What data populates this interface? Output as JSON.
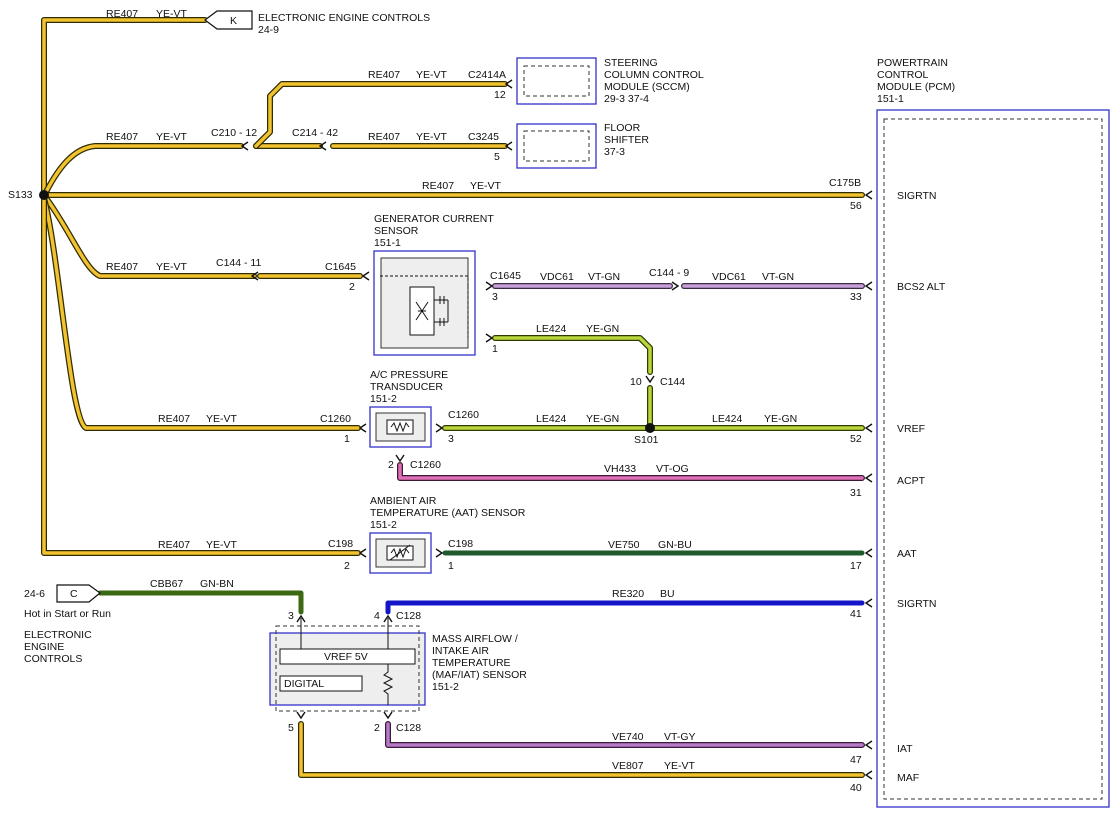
{
  "colors": {
    "ye_vt_outline": "#2d2d00",
    "ye_vt": "#f2c230",
    "ye_gn": "#b9d63a",
    "vt_og": "#df6fb8",
    "vt_gn": "#b07ab8",
    "vt_gy": "#b67ac8",
    "gn_bu": "#1f5a2f",
    "gn_bn": "#3c6a12",
    "bu": "#1515c8",
    "module_border": "#3232c8"
  },
  "splices": {
    "s133": "S133",
    "s101": "S101"
  },
  "top_conn": {
    "wire": "RE407",
    "color": "YE-VT",
    "letter": "K",
    "title": "ELECTRONIC ENGINE CONTROLS",
    "ref": "24-9"
  },
  "sccm": {
    "wire": "RE407",
    "color": "YE-VT",
    "conn": "C2414A",
    "pin": "12",
    "title_lines": [
      "STEERING",
      "COLUMN CONTROL",
      "MODULE (SCCM)",
      "29-3   37-4"
    ]
  },
  "shifter": {
    "wire_left": "RE407",
    "color_left": "YE-VT",
    "conn_a": "C210 - 12",
    "conn_b": "C214 - 42",
    "wire_right": "RE407",
    "color_right": "YE-VT",
    "conn": "C3245",
    "pin": "5",
    "title_lines": [
      "FLOOR",
      "SHIFTER",
      "37-3"
    ]
  },
  "pcm": {
    "title_lines": [
      "POWERTRAIN",
      "CONTROL",
      "MODULE (PCM)",
      "151-1"
    ],
    "pins": [
      {
        "label": "SIGRTN",
        "pin": "56",
        "conn": "C175B"
      },
      {
        "label": "BCS2 ALT",
        "pin": "33"
      },
      {
        "label": "VREF",
        "pin": "52"
      },
      {
        "label": "ACPT",
        "pin": "31"
      },
      {
        "label": "AAT",
        "pin": "17"
      },
      {
        "label": "SIGRTN",
        "pin": "41"
      },
      {
        "label": "IAT",
        "pin": "47"
      },
      {
        "label": "MAF",
        "pin": "40"
      }
    ]
  },
  "sigrtn_wire": {
    "wire": "RE407",
    "color": "YE-VT"
  },
  "gen_sensor": {
    "title_lines": [
      "GENERATOR CURRENT",
      "SENSOR",
      "151-1"
    ],
    "in_wire": "RE407",
    "in_color": "YE-VT",
    "in_conn_a": "C144 - 11",
    "in_conn_b": "C1645",
    "in_pin": "2",
    "out_conn": "C1645",
    "out_pin": "3",
    "out_wire": "VDC61",
    "out_color": "VT-GN",
    "mid_conn": "C144 - 9",
    "out_wire2": "VDC61",
    "out_color2": "VT-GN",
    "le_pin": "1",
    "le_wire": "LE424",
    "le_color": "YE-GN",
    "c144_pin": "10",
    "c144": "C144"
  },
  "ac_sensor": {
    "title_lines": [
      "A/C PRESSURE",
      "TRANSDUCER",
      "151-2"
    ],
    "in_wire": "RE407",
    "in_color": "YE-VT",
    "in_conn": "C1260",
    "in_pin": "1",
    "out_conn": "C1260",
    "out_pin": "3",
    "out_wire": "LE424",
    "out_color": "YE-GN",
    "out_wire2": "LE424",
    "out_color2": "YE-GN",
    "sig_pin": "2",
    "sig_conn": "C1260",
    "sig_wire": "VH433",
    "sig_color": "VT-OG"
  },
  "aat_sensor": {
    "title_lines": [
      "AMBIENT AIR",
      "TEMPERATURE (AAT) SENSOR",
      "151-2"
    ],
    "in_wire": "RE407",
    "in_color": "YE-VT",
    "in_conn": "C198",
    "in_pin": "2",
    "out_conn": "C198",
    "out_pin": "1",
    "out_wire": "VE750",
    "out_color": "GN-BU"
  },
  "eec_bottom": {
    "ref": "24-6",
    "letter": "C",
    "note": "Hot in Start or Run",
    "title_lines": [
      "ELECTRONIC",
      "ENGINE",
      "CONTROLS"
    ],
    "wire": "CBB67",
    "color": "GN-BN"
  },
  "maf": {
    "title_lines": [
      "MASS AIRFLOW /",
      "INTAKE AIR",
      "TEMPERATURE",
      "(MAF/IAT) SENSOR",
      "151-2"
    ],
    "vref_label": "VREF 5V",
    "digital_label": "DIGITAL",
    "pin3": "3",
    "pin4": "4",
    "conn_top": "C128",
    "sig_wire": "RE320",
    "sig_color": "BU",
    "pin5": "5",
    "pin2": "2",
    "conn_bottom": "C128",
    "iat_wire": "VE740",
    "iat_color": "VT-GY",
    "maf_wire": "VE807",
    "maf_color": "YE-VT"
  }
}
